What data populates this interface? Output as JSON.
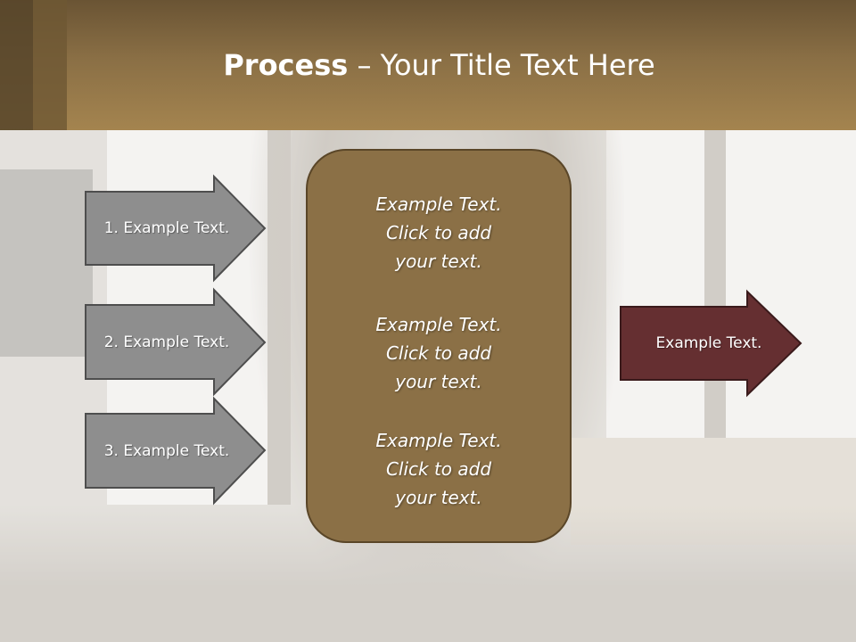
{
  "title": {
    "bold": "Process",
    "rest": " – Your Title Text Here"
  },
  "left_arrows": [
    {
      "label": "1. Example Text."
    },
    {
      "label": "2. Example Text."
    },
    {
      "label": "3. Example Text."
    }
  ],
  "center_box": {
    "blocks": [
      {
        "text": "Example Text.\nClick  to add\nyour text."
      },
      {
        "text": "Example Text.\nClick  to add\nyour text."
      },
      {
        "text": "Example Text.\nClick  to add\nyour text."
      }
    ]
  },
  "right_arrow": {
    "label": "Example Text."
  },
  "colors": {
    "header": "#8a6f45",
    "arrow_gray": "#8e8e8e",
    "center_box": "#8b7046",
    "right_arrow": "#652f31"
  }
}
